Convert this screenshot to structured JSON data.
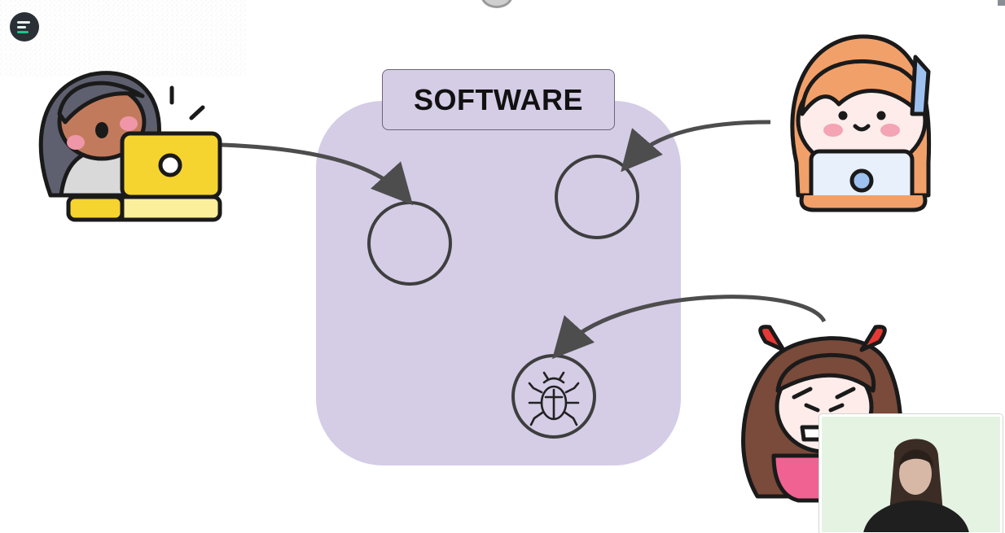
{
  "diagram": {
    "title": "SOFTWARE",
    "colors": {
      "container": "#d5cce6",
      "arrow": "#4d4d4d",
      "node_stroke": "#3e3e3e",
      "laptop_yellow": "#f5d430",
      "laptop_white": "#e8f0fb",
      "hair_orange": "#f2a06a",
      "hair_brown": "#7a4a3a",
      "horns_red": "#e53935"
    },
    "nodes": [
      {
        "id": "component-left",
        "icon": "empty-circle-icon"
      },
      {
        "id": "component-right",
        "icon": "empty-circle-icon"
      },
      {
        "id": "component-bug",
        "icon": "bug-icon"
      }
    ],
    "actors": [
      {
        "id": "developer-left",
        "icon": "developer-with-yellow-laptop-icon"
      },
      {
        "id": "developer-right",
        "icon": "developer-with-laptop-icon"
      },
      {
        "id": "attacker",
        "icon": "devil-attacker-icon"
      }
    ],
    "edges": [
      {
        "from": "developer-left",
        "to": "component-left"
      },
      {
        "from": "developer-right",
        "to": "component-right"
      },
      {
        "from": "attacker",
        "to": "component-bug"
      }
    ]
  },
  "app": {
    "logo_icon": "app-logo-icon"
  },
  "webcam": {
    "icon": "presenter-webcam-icon"
  }
}
